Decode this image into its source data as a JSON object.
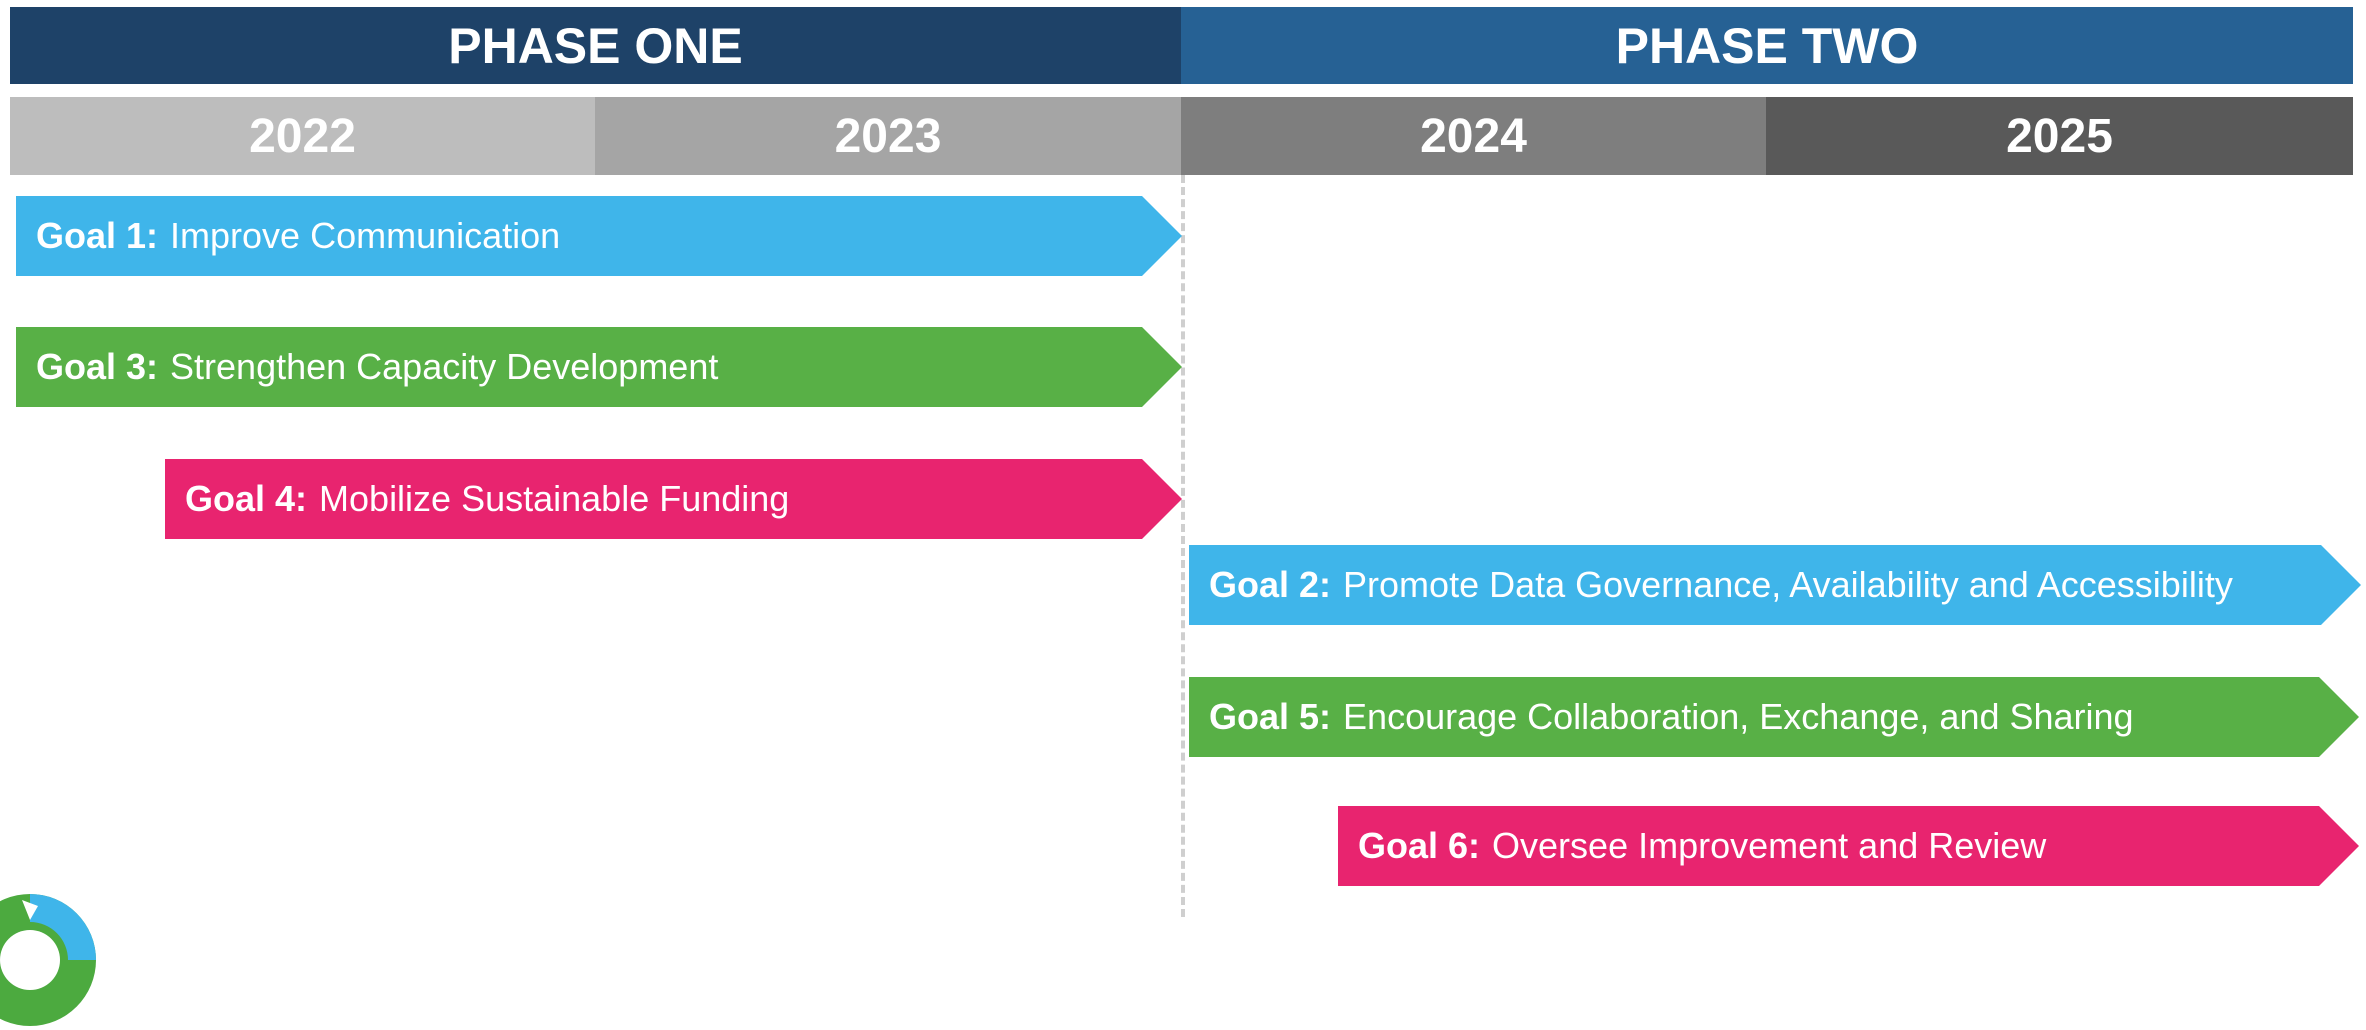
{
  "colors": {
    "phase_one_bg": "#1e4268",
    "phase_two_bg": "#266194",
    "year_bgs": [
      "#bdbdbd",
      "#a5a5a5",
      "#7e7e7e",
      "#595959"
    ],
    "blue": "#3fb5ea",
    "green": "#58b046",
    "pink": "#e8246f",
    "logo_green": "#4caa3f",
    "logo_blue": "#3fb5ea"
  },
  "phases": {
    "one": "PHASE ONE",
    "two": "PHASE TWO"
  },
  "years": [
    "2022",
    "2023",
    "2024",
    "2025"
  ],
  "goals": {
    "g1": {
      "title": "Goal 1:",
      "text": "Improve Communication",
      "color": "blue"
    },
    "g3": {
      "title": "Goal 3:",
      "text": "Strengthen Capacity Development",
      "color": "green"
    },
    "g4": {
      "title": "Goal 4:",
      "text": "Mobilize Sustainable Funding",
      "color": "pink"
    },
    "g2": {
      "title": "Goal 2:",
      "text": "Promote Data Governance, Availability and Accessibility",
      "color": "blue"
    },
    "g5": {
      "title": "Goal 5:",
      "text": "Encourage Collaboration, Exchange, and Sharing",
      "color": "green"
    },
    "g6": {
      "title": "Goal 6:",
      "text": "Oversee Improvement and Review",
      "color": "pink"
    }
  },
  "logo_icon": "partial-circular-logo-icon"
}
